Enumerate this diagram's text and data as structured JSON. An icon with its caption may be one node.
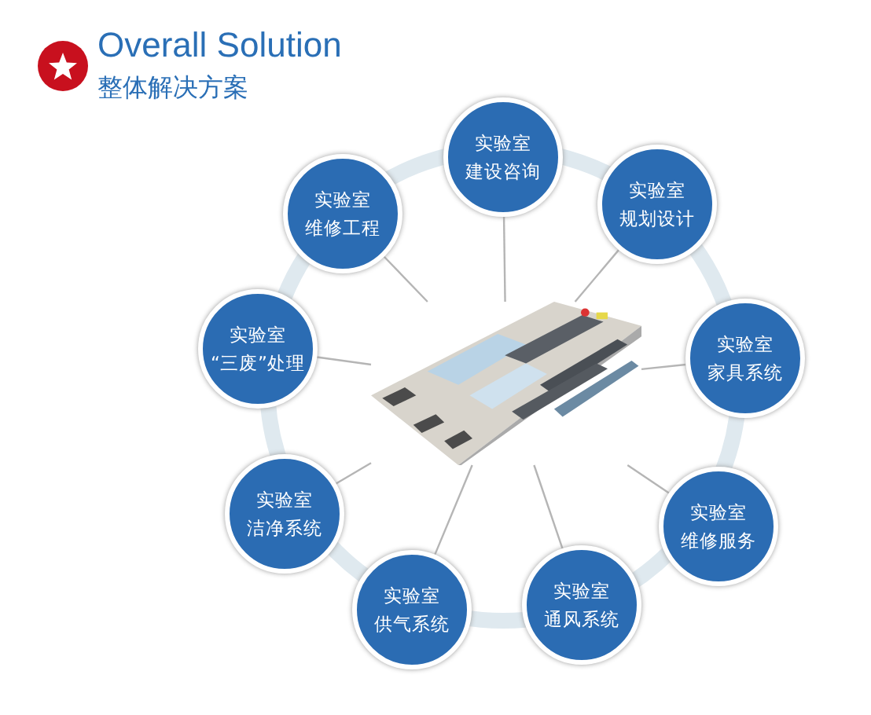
{
  "diagram": {
    "title": "Overall Solution",
    "labels": [
      "整体解决方案"
    ],
    "nodes": [
      {
        "text": [],
        "shape": "picture"
      },
      {
        "text": [
          "实验室",
          "建设咨询"
        ]
      },
      {
        "text": [
          "实验室",
          "规划设计"
        ]
      },
      {
        "text": [
          "实验室",
          "家具系统"
        ]
      },
      {
        "text": [
          "实验室",
          "维修服务"
        ]
      },
      {
        "text": [
          "实验室",
          "通风系统"
        ]
      },
      {
        "text": [
          "实验室",
          "供气系统"
        ]
      },
      {
        "text": [
          "实验室",
          "洁净系统"
        ]
      },
      {
        "text": [
          "实验室",
          "“三废”处理"
        ]
      },
      {
        "text": [
          "实验室",
          "维修工程"
        ]
      }
    ],
    "edges": [
      {
        "from": 0,
        "to": 1,
        "arrow": "none"
      },
      {
        "from": 0,
        "to": 2,
        "arrow": "none"
      },
      {
        "from": 0,
        "to": 3,
        "arrow": "none"
      },
      {
        "from": 0,
        "to": 4,
        "arrow": "none"
      },
      {
        "from": 0,
        "to": 5,
        "arrow": "none"
      },
      {
        "from": 0,
        "to": 6,
        "arrow": "none"
      },
      {
        "from": 0,
        "to": 7,
        "arrow": "none"
      },
      {
        "from": 0,
        "to": 8,
        "arrow": "none"
      },
      {
        "from": 0,
        "to": 9,
        "arrow": "none"
      }
    ]
  }
}
